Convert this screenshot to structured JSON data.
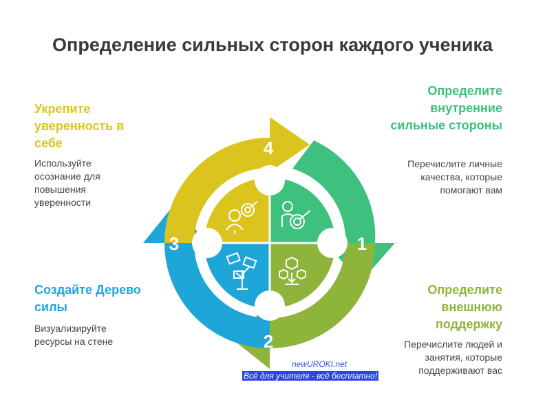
{
  "title": "Определение сильных сторон каждого ученика",
  "steps": [
    {
      "number": "1",
      "header": "Определите внутренние сильные стороны",
      "desc": "Перечислите личные качества, которые помогают вам",
      "color": "#3ec17e"
    },
    {
      "number": "2",
      "header": "Определите внешнюю поддержку",
      "desc": "Перечислите людей и занятия, которые поддерживают вас",
      "color": "#8fb43c"
    },
    {
      "number": "3",
      "header": "Создайте Дерево силы",
      "desc": "Визуализируйте ресурсы на стене",
      "color": "#1fa6d8"
    },
    {
      "number": "4",
      "header": "Укрепите уверенность в себе",
      "desc": "Используйте осознание для повышения уверенности",
      "color": "#dcc41e"
    }
  ],
  "icons": {
    "q1": "person-target-icon",
    "q2": "hexagon-network-icon",
    "q3": "money-tree-icon",
    "q4": "person-goal-target-icon"
  },
  "watermark": {
    "line1": "newUROKI.net",
    "line2": "Всё для учителя - всё бесплатно!"
  }
}
